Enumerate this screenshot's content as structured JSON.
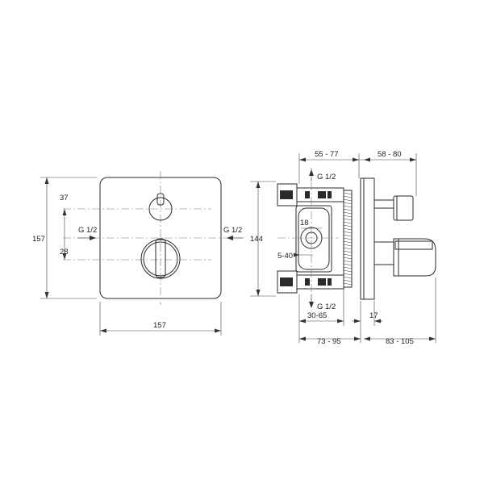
{
  "front_view": {
    "dim_height": "157",
    "dim_width": "157",
    "dim_upper": "37",
    "dim_lower": "28",
    "inlet_left": "G 1/2",
    "inlet_right": "G 1/2"
  },
  "side_view": {
    "outlet_top": "G 1/2",
    "outlet_bottom": "G 1/2",
    "dim_height": "144",
    "dim_port": "18",
    "dim_adjust": "5-40",
    "dim_top_left": "55 - 77",
    "dim_top_right": "58 - 80",
    "dim_depth_small": "30-65",
    "dim_gap": "17",
    "dim_bottom_left": "73 - 95",
    "dim_bottom_right": "83 - 105"
  }
}
